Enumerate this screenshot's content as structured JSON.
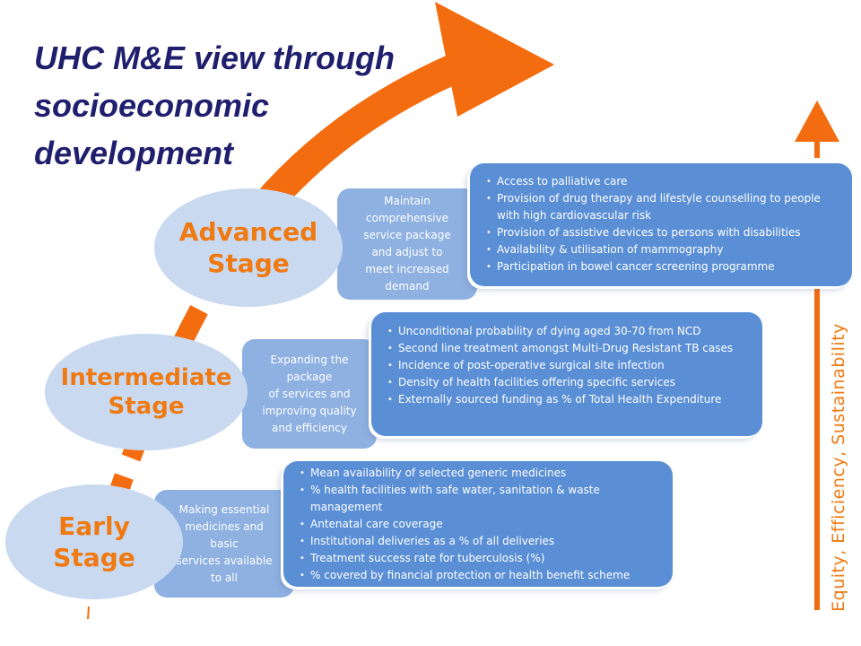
{
  "title": {
    "lines": [
      "UHC M&E view through",
      "socioeconomic",
      "development"
    ]
  },
  "colors": {
    "accent_orange": "#F36C0F",
    "title_navy": "#1F1F6E",
    "stage_fill": "#C9D9F0",
    "desc_fill": "#8EB1E2",
    "indicator_fill": "#5A8FD6"
  },
  "stages": [
    {
      "name_lines": [
        "Advanced",
        "Stage"
      ],
      "description_lines": [
        "Maintain",
        "comprehensive",
        "service package",
        "and adjust to",
        "meet increased",
        "demand"
      ],
      "indicators": [
        "Access to palliative care",
        "Provision of drug therapy and lifestyle counselling to people with high cardiovascular risk",
        "Provision of assistive devices to persons with disabilities",
        "Availability & utilisation of mammography",
        "Participation in bowel cancer screening programme"
      ]
    },
    {
      "name_lines": [
        "Intermediate",
        "Stage"
      ],
      "description_lines": [
        "Expanding the",
        "package",
        "of services and",
        "improving quality",
        "and efficiency"
      ],
      "indicators": [
        "Unconditional probability of dying aged 30-70 from NCD",
        "Second line treatment  amongst Multi-Drug Resistant TB cases",
        "Incidence of post-operative surgical site infection",
        "Density of health facilities offering specific services",
        "Externally sourced funding as % of Total Health Expenditure"
      ]
    },
    {
      "name_lines": [
        "Early",
        "Stage"
      ],
      "description_lines": [
        "Making essential",
        "medicines and",
        "basic",
        "services available",
        "to all"
      ],
      "indicators": [
        "Mean availability of selected generic medicines",
        "% health facilities with safe water, sanitation & waste management",
        "Antenatal care coverage",
        "Institutional deliveries as a % of all deliveries",
        "Treatment success rate for tuberculosis (%)",
        "% covered by financial protection or health benefit scheme"
      ]
    }
  ],
  "side_label": "Equity, Efficiency, Sustainability"
}
